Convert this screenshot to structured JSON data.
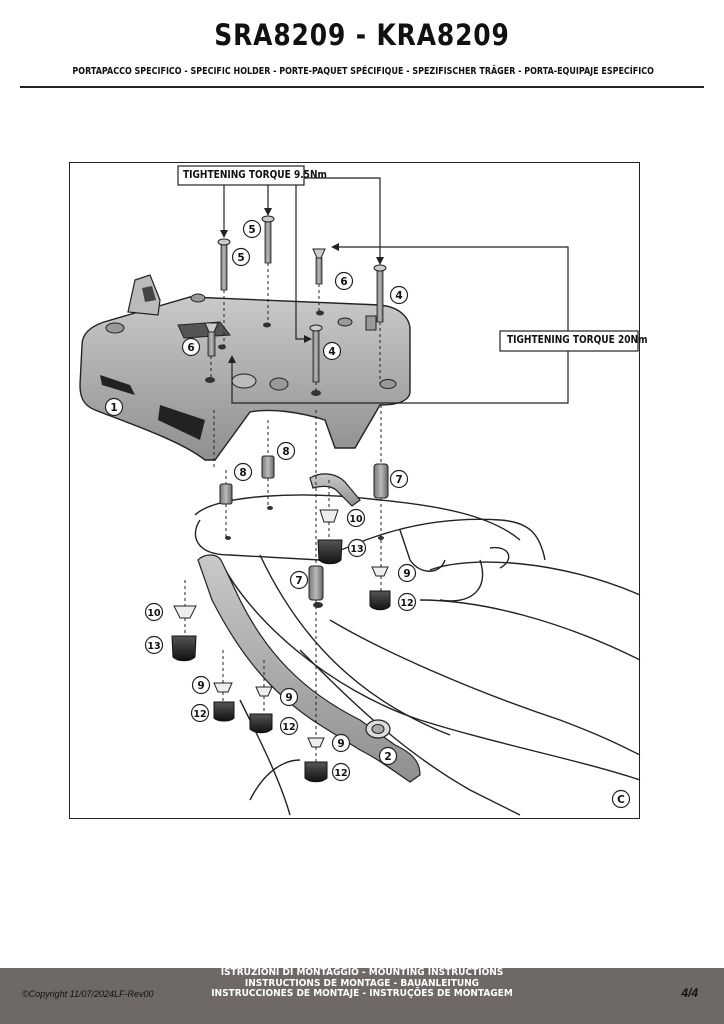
{
  "header": {
    "title": "SRA8209 - KRA8209",
    "subtitle": "PORTAPACCO SPECIFICO - SPECIFIC HOLDER - PORTE-PAQUET SPÉCIFIQUE - SPEZIFISCHER TRÄGER - PORTA-EQUIPAJE ESPECÍFICO"
  },
  "diagram": {
    "callouts": {
      "torque_small": "TIGHTENING TORQUE 9.5Nm",
      "torque_large": "TIGHTENING TORQUE 20Nm"
    },
    "view_label": "C",
    "parts": {
      "p1": "1",
      "p2": "2",
      "p4a": "4",
      "p4b": "4",
      "p5a": "5",
      "p5b": "5",
      "p6a": "6",
      "p6b": "6",
      "p7a": "7",
      "p7b": "7",
      "p8a": "8",
      "p8b": "8",
      "p9a": "9",
      "p9b": "9",
      "p9c": "9",
      "p9d": "9",
      "p10a": "10",
      "p10b": "10",
      "p12a": "12",
      "p12b": "12",
      "p12c": "12",
      "p12d": "12",
      "p13a": "13",
      "p13b": "13"
    }
  },
  "footer": {
    "line1": "ISTRUZIONI DI MONTAGGIO  -  MOUNTING INSTRUCTIONS",
    "line2": "INSTRUCTIONS DE MONTAGE - BAUANLEITUNG",
    "line3": "INSTRUCCIONES DE MONTAJE - INSTRUÇÕES DE MONTAGEM",
    "copyright": "©Copyright 11/07/2024LF-Rev00",
    "page_number": "4/4"
  }
}
